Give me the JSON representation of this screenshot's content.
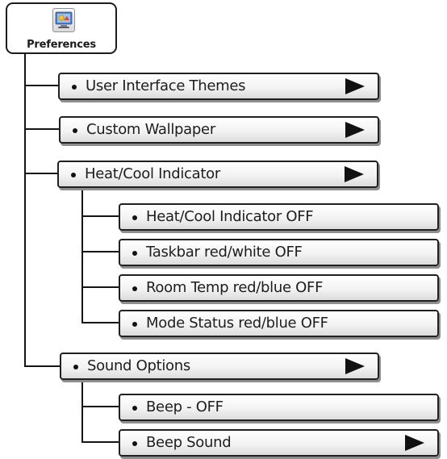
{
  "root": {
    "label": "Preferences",
    "icon": "preferences-icon"
  },
  "menu": {
    "user_interface_themes": {
      "label": "User Interface Themes",
      "icon": "arrow-right-icon"
    },
    "custom_wallpaper": {
      "label": "Custom Wallpaper",
      "icon": "arrow-right-icon"
    },
    "heat_cool_indicator": {
      "label": "Heat/Cool Indicator",
      "icon": "arrow-right-icon",
      "children": [
        {
          "label": "Heat/Cool Indicator OFF"
        },
        {
          "label": "Taskbar red/white OFF"
        },
        {
          "label": "Room Temp red/blue OFF"
        },
        {
          "label": "Mode Status red/blue OFF"
        }
      ]
    },
    "sound_options": {
      "label": "Sound Options",
      "icon": "arrow-right-icon",
      "children": [
        {
          "label": "Beep - OFF"
        },
        {
          "label": "Beep Sound",
          "icon": "arrow-right-icon"
        }
      ]
    }
  }
}
